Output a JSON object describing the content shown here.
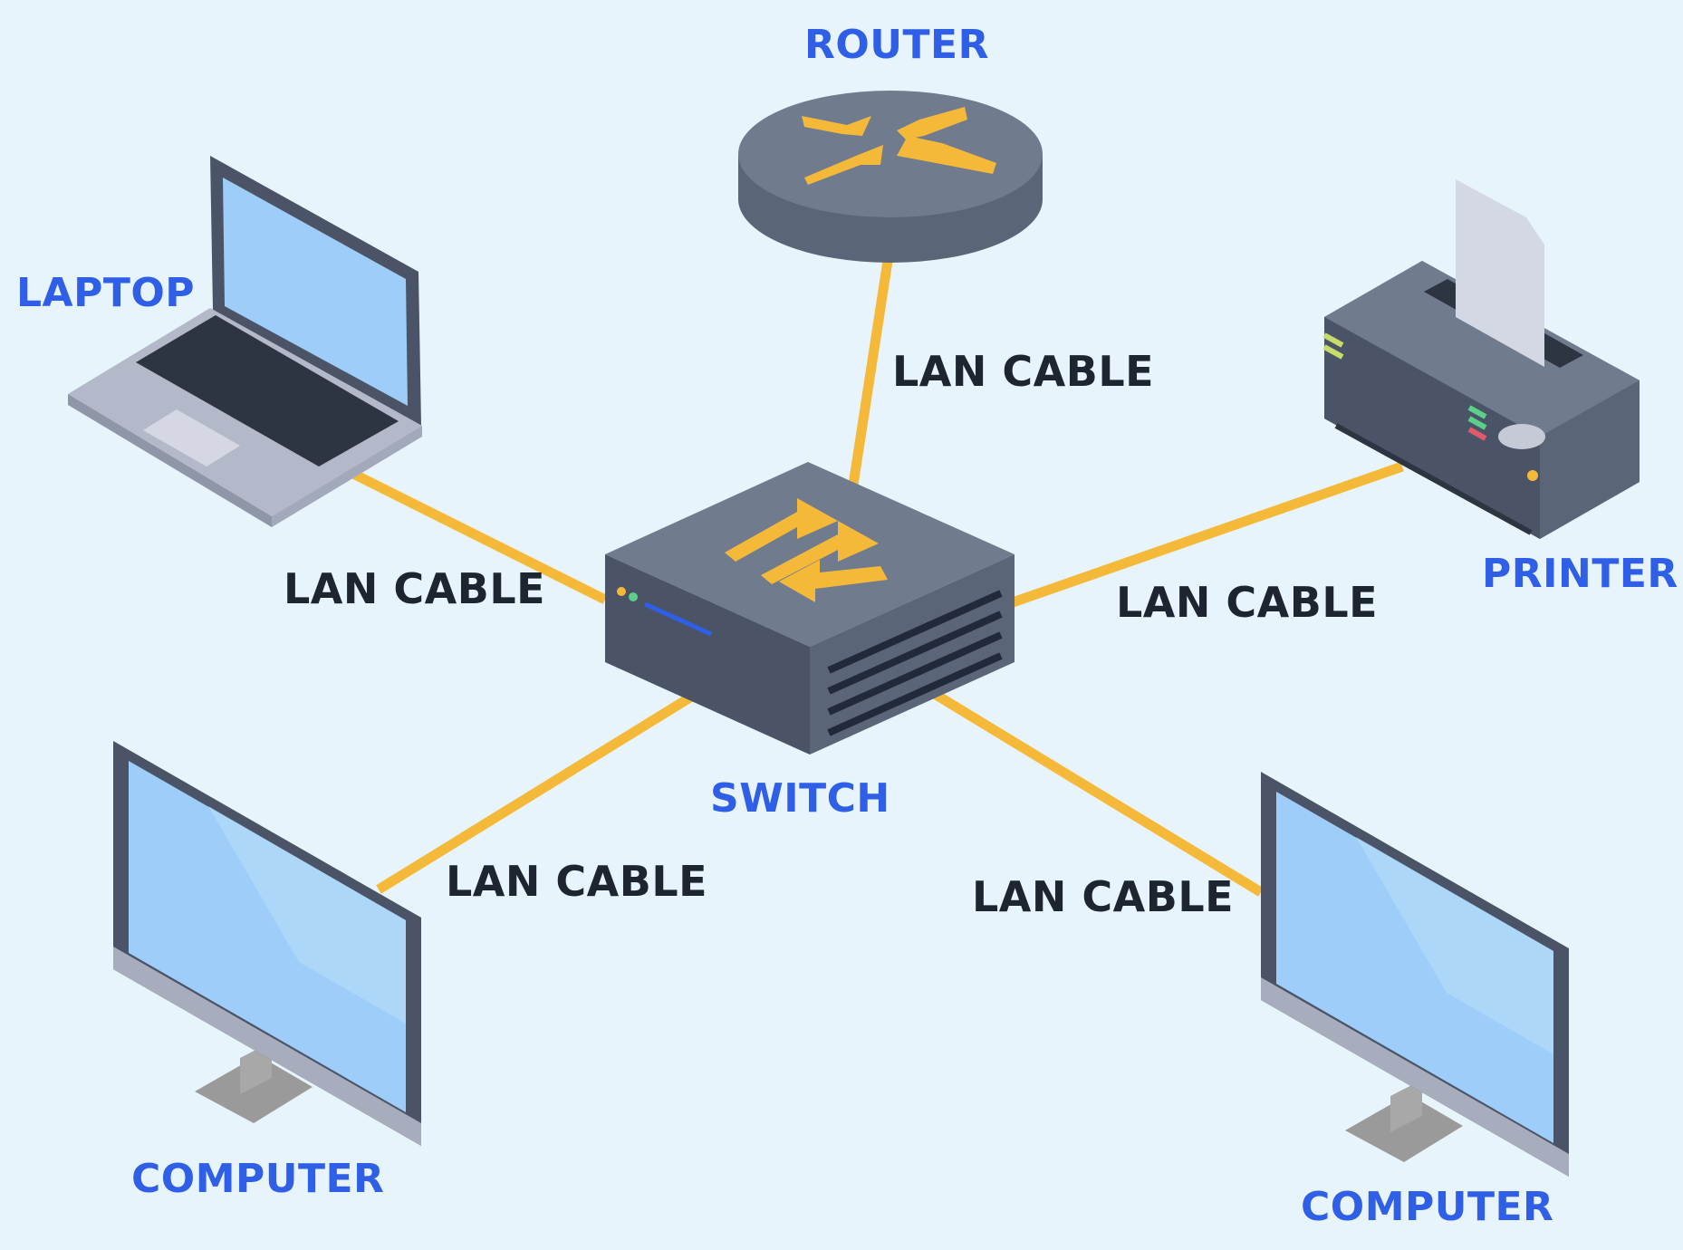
{
  "diagram": {
    "background": "#e8f4fb",
    "colors": {
      "cable": "#f5b93a",
      "device_label": "#2f5fe6",
      "cable_label": "#1c2530",
      "device_body": "#5a6577",
      "screen": "#9dcdf8"
    },
    "nodes": {
      "router": {
        "label": "ROUTER",
        "icon": "router-icon"
      },
      "switch": {
        "label": "SWITCH",
        "icon": "switch-icon"
      },
      "laptop": {
        "label": "LAPTOP",
        "icon": "laptop-icon"
      },
      "printer": {
        "label": "PRINTER",
        "icon": "printer-icon"
      },
      "computer_left": {
        "label": "COMPUTER",
        "icon": "monitor-icon"
      },
      "computer_right": {
        "label": "COMPUTER",
        "icon": "monitor-icon"
      }
    },
    "edges": [
      {
        "from": "switch",
        "to": "router",
        "label": "LAN CABLE"
      },
      {
        "from": "switch",
        "to": "laptop",
        "label": "LAN CABLE"
      },
      {
        "from": "switch",
        "to": "printer",
        "label": "LAN CABLE"
      },
      {
        "from": "switch",
        "to": "computer_left",
        "label": "LAN CABLE"
      },
      {
        "from": "switch",
        "to": "computer_right",
        "label": "LAN CABLE"
      }
    ]
  }
}
